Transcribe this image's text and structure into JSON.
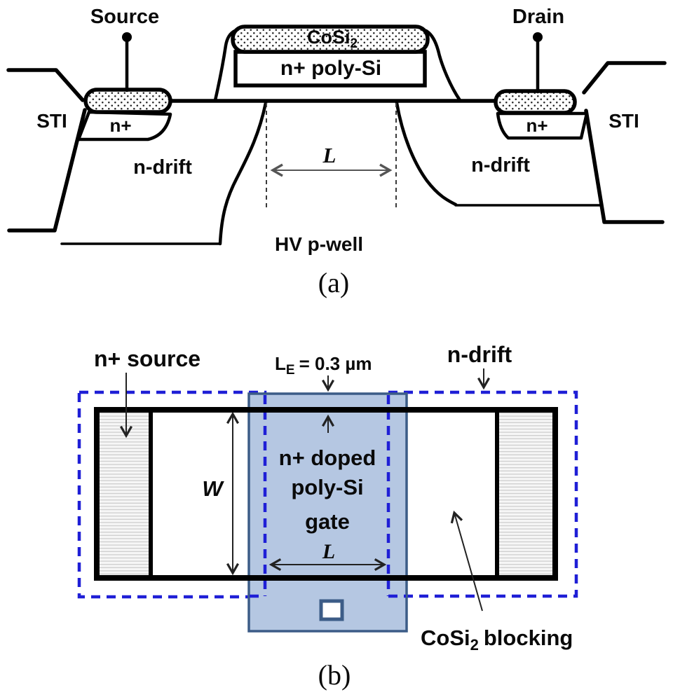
{
  "figure_a": {
    "caption": "(a)",
    "labels": {
      "source": "Source",
      "drain": "Drain",
      "sti_left": "STI",
      "sti_right": "STI",
      "nplus_left": "n+",
      "nplus_right": "n+",
      "ndrift_left": "n-drift",
      "ndrift_right": "n-drift",
      "silicide_main": "CoSi",
      "silicide_sub": "2",
      "poly_gate": "n+ poly-Si",
      "channel_length": "L",
      "pwell": "HV p-well"
    }
  },
  "figure_b": {
    "caption": "(b)",
    "labels": {
      "nplus_source": "n+ source",
      "le_main": "L",
      "le_sub": "E",
      "le_rest": "= 0.3 µm",
      "ndrift": "n-drift",
      "gate_line1": "n+ doped",
      "gate_line2": "poly-Si",
      "gate_line3": "gate",
      "width_label": "W",
      "length_label": "L",
      "blocking_main": "CoSi",
      "blocking_sub": "2",
      "blocking_rest": "blocking"
    },
    "dimensions": {
      "gate_extension_value": "0.3 µm"
    },
    "colors": {
      "gate_fill": "#b5c7e2",
      "gate_border": "#3c5c87",
      "drift_dash_blue": "#1f1fd6"
    }
  }
}
